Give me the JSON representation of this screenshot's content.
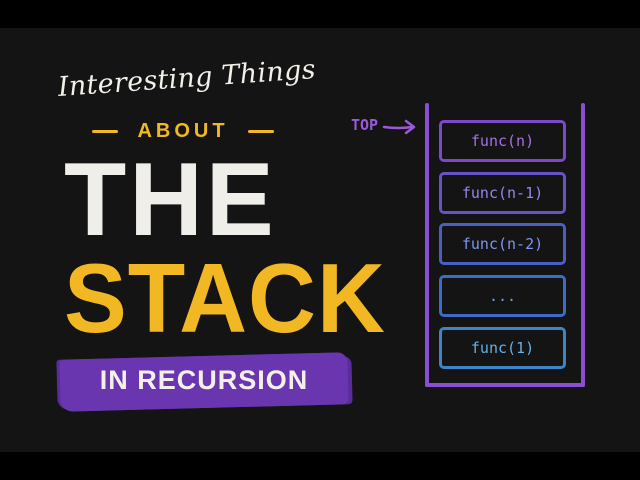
{
  "title": {
    "subtitle": "Interesting Things",
    "about": "ABOUT",
    "line1": "THE",
    "line2": "STACK",
    "banner": "IN RECURSION"
  },
  "stack": {
    "top_label": "TOP",
    "frames": [
      {
        "label": "func(n)",
        "color": "#7b49c9",
        "text_color": "#a86ee8"
      },
      {
        "label": "func(n-1)",
        "color": "#6553c8",
        "text_color": "#9a83ea"
      },
      {
        "label": "func(n-2)",
        "color": "#4a5fc4",
        "text_color": "#7d95ee"
      },
      {
        "label": "...",
        "color": "#3e6cc5",
        "text_color": "#6f9be8"
      },
      {
        "label": "func(1)",
        "color": "#3c86c8",
        "text_color": "#63b0e6"
      }
    ]
  },
  "colors": {
    "background": "#141414",
    "accent_yellow": "#f2b823",
    "accent_purple": "#6a36b0",
    "text_light": "#efeee9"
  }
}
